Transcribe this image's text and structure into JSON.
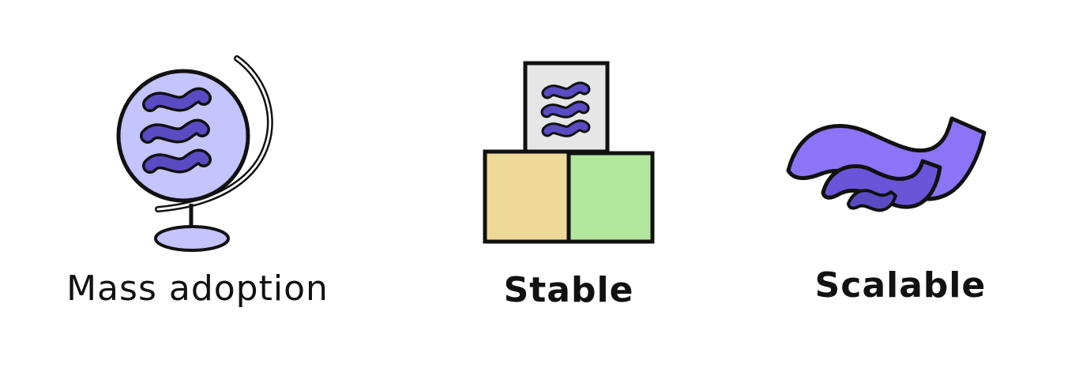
{
  "features": [
    {
      "label": "Mass adoption",
      "icon": "globe-icon"
    },
    {
      "label": "Stable",
      "icon": "stacked-blocks-icon"
    },
    {
      "label": "Scalable",
      "icon": "scalable-wave-icon"
    }
  ],
  "colors": {
    "outline": "#111111",
    "globe_fill": "#c4c4ff",
    "logo_purple": "#5a4bc2",
    "block_grey": "#e6e6e6",
    "block_yellow": "#efd99a",
    "block_green": "#b3e79d",
    "wave_light": "#8b74f6",
    "wave_dark": "#6a55d8"
  }
}
